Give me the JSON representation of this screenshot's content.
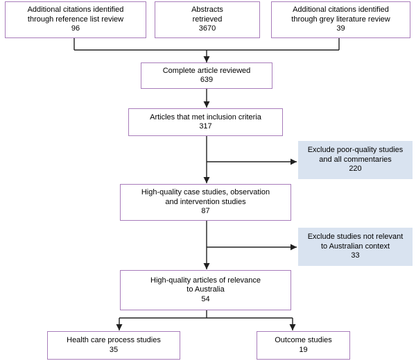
{
  "diagram_type": "study-selection-flowchart",
  "colors": {
    "background": "#ffffff",
    "box_border": "#a87cba",
    "box_fill": "#ffffff",
    "exclude_box_fill": "#d9e3f0",
    "connector_line": "#202020",
    "text": "#000000"
  },
  "nodes": {
    "ref_list": {
      "lines": [
        "Additional citations identified",
        "through reference list review"
      ],
      "value": "96"
    },
    "abstracts": {
      "lines": [
        "Abstracts",
        "retrieved"
      ],
      "value": "3670"
    },
    "grey_lit": {
      "lines": [
        "Additional citations identified",
        "through grey literature review"
      ],
      "value": "39"
    },
    "complete": {
      "lines": [
        "Complete article reviewed"
      ],
      "value": "639"
    },
    "inclusion": {
      "lines": [
        "Articles that met inclusion criteria"
      ],
      "value": "317"
    },
    "exclude_quality": {
      "lines": [
        "Exclude poor-quality studies",
        "and all commentaries"
      ],
      "value": "220"
    },
    "high_quality": {
      "lines": [
        "High-quality case studies, observation",
        "and intervention studies"
      ],
      "value": "87"
    },
    "exclude_context": {
      "lines": [
        "Exclude studies not relevant",
        "to Australian context"
      ],
      "value": "33"
    },
    "relevance": {
      "lines": [
        "High-quality articles of relevance",
        "to Australia"
      ],
      "value": "54"
    },
    "process": {
      "lines": [
        "Health care process studies"
      ],
      "value": "35"
    },
    "outcome": {
      "lines": [
        "Outcome studies"
      ],
      "value": "19"
    }
  }
}
